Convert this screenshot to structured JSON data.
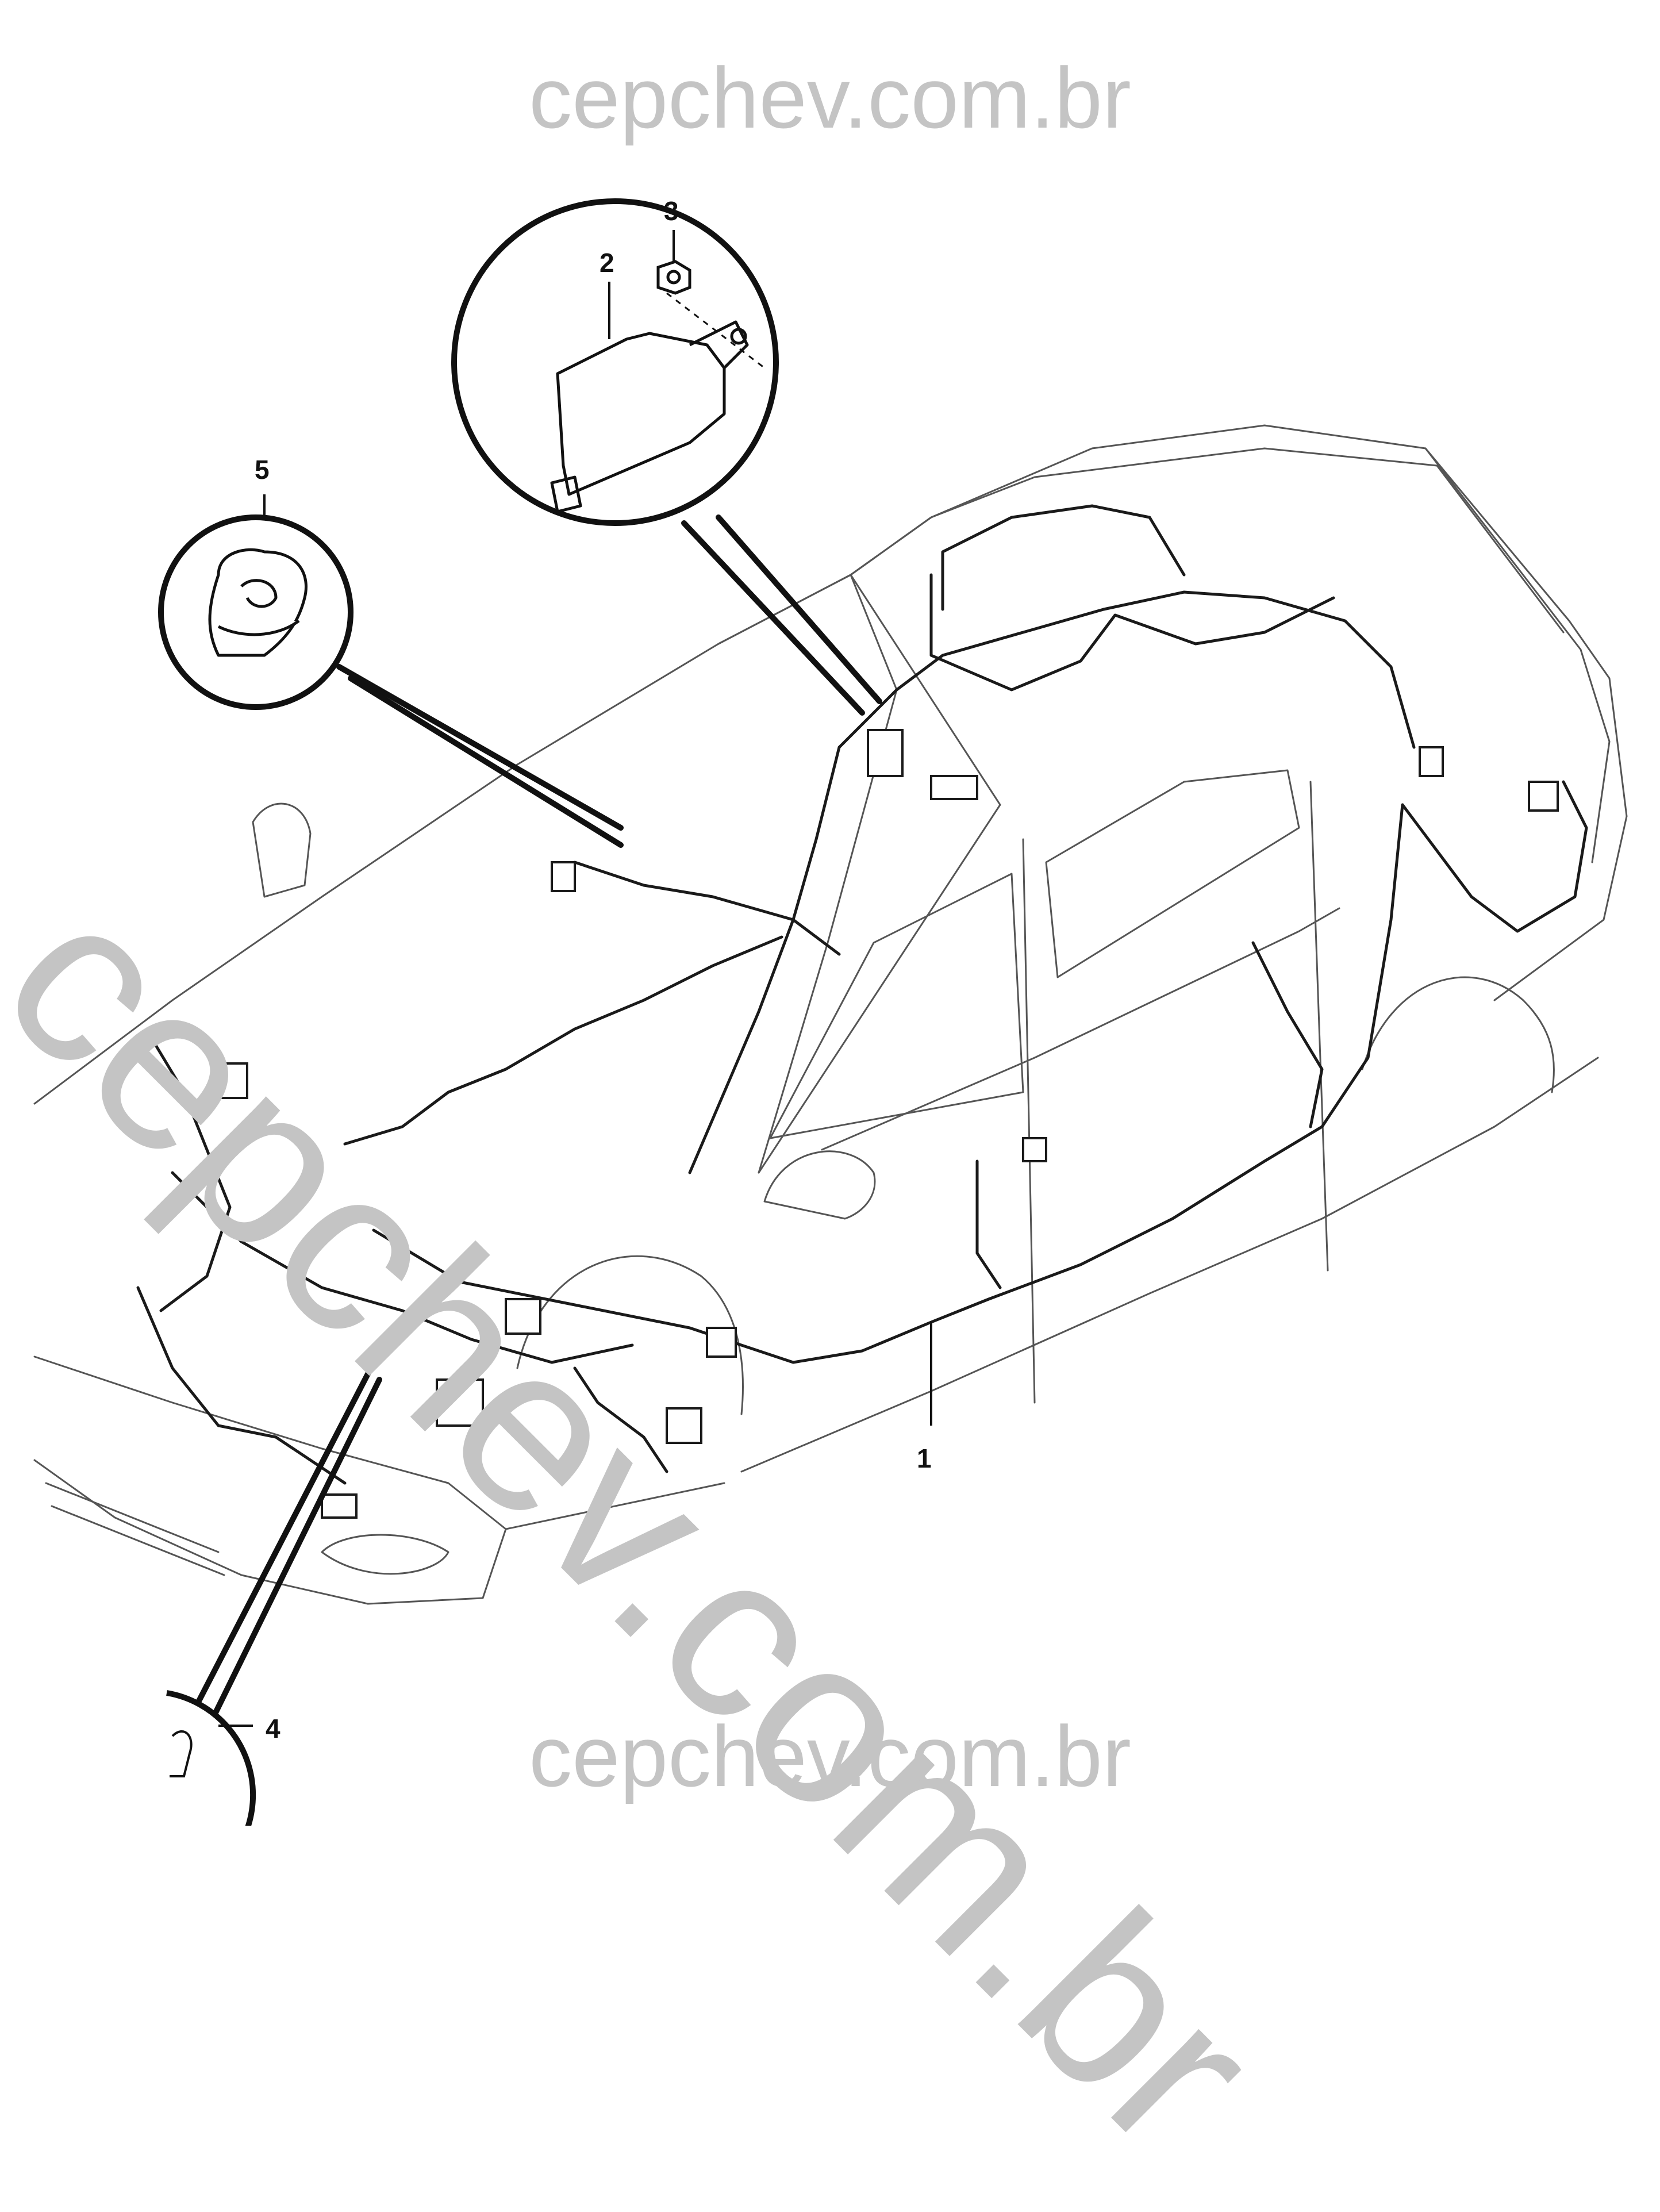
{
  "watermark": {
    "top": "cepchev.com.br",
    "diagonal": "cepchev.com.br",
    "bottom": "cepchev.com.br"
  },
  "callouts": [
    {
      "id": "1",
      "label": "1"
    },
    {
      "id": "2",
      "label": "2"
    },
    {
      "id": "3",
      "label": "3"
    },
    {
      "id": "4",
      "label": "4"
    },
    {
      "id": "5",
      "label": "5"
    }
  ],
  "colors": {
    "line": "#1a1a1a",
    "thin_line": "#555555",
    "watermark": "#c4c4c4",
    "background": "#ffffff"
  }
}
